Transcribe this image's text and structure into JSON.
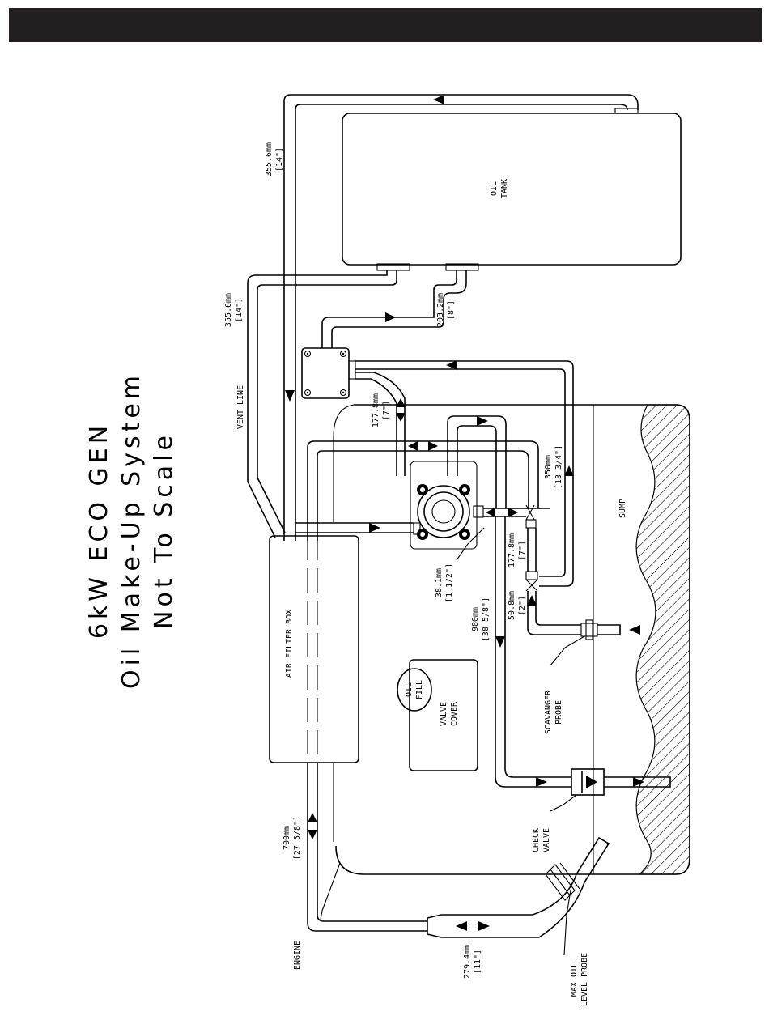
{
  "header": {
    "color": "#231f20"
  },
  "title": {
    "line1": "6kW ECO GEN",
    "line2": "Oil Make-Up System",
    "line3": "Not To Scale"
  },
  "components": {
    "oil_tank": [
      "OIL",
      "TANK"
    ],
    "air_filter_box": "AIR FILTER BOX",
    "sump": "SUMP",
    "valve_cover": [
      "VALVE",
      "COVER"
    ],
    "oil_fill": [
      "OIL",
      "FILL"
    ]
  },
  "labels": {
    "vent_line": "VENT LINE",
    "engine": "ENGINE",
    "check_valve": [
      "CHECK",
      "VALVE"
    ],
    "scavanger_probe": [
      "SCAVANGER",
      "PROBE"
    ],
    "max_oil_level_probe": [
      "MAX OIL",
      "LEVEL PROBE"
    ]
  },
  "dimensions": {
    "d_355_top": [
      "355.6mm",
      "[14\"]"
    ],
    "d_355_left": [
      "355.6mm",
      "[14\"]"
    ],
    "d_203": [
      "203.2mm",
      "[8\"]"
    ],
    "d_177_upper": [
      "177.8mm",
      "[7\"]"
    ],
    "d_350": [
      "350mm",
      "[13 3/4\"]"
    ],
    "d_177_lower": [
      "177.8mm",
      "[7\"]"
    ],
    "d_38": [
      "38.1mm",
      "[1 1/2\"]"
    ],
    "d_980": [
      "980mm",
      "[38 5/8\"]"
    ],
    "d_50": [
      "50.8mm",
      "[2\"]"
    ],
    "d_700": [
      "700mm",
      "[27 5/8\"]"
    ],
    "d_279": [
      "279.4mm",
      "[11\"]"
    ]
  }
}
